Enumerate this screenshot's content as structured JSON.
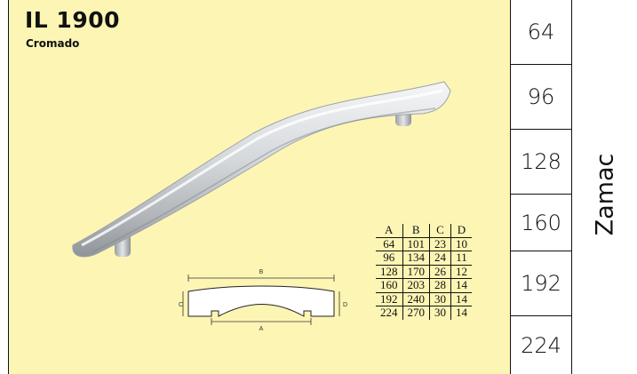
{
  "product": {
    "code": "IL 1900",
    "finish": "Cromado"
  },
  "sizes": [
    "64",
    "96",
    "128",
    "160",
    "192",
    "224"
  ],
  "material": "Zamac",
  "drawing": {
    "label_a": "A",
    "label_b": "B",
    "label_c": "C",
    "label_d": "D"
  },
  "dimensions_table": {
    "headers": [
      "A",
      "B",
      "C",
      "D"
    ],
    "rows": [
      [
        "64",
        "101",
        "23",
        "10"
      ],
      [
        "96",
        "134",
        "24",
        "11"
      ],
      [
        "128",
        "170",
        "26",
        "12"
      ],
      [
        "160",
        "203",
        "28",
        "14"
      ],
      [
        "192",
        "240",
        "30",
        "14"
      ],
      [
        "224",
        "270",
        "30",
        "14"
      ]
    ]
  },
  "colors": {
    "panel_background": "#fdf5b4",
    "border": "#111111",
    "handle_chrome": "#d4d7da"
  }
}
